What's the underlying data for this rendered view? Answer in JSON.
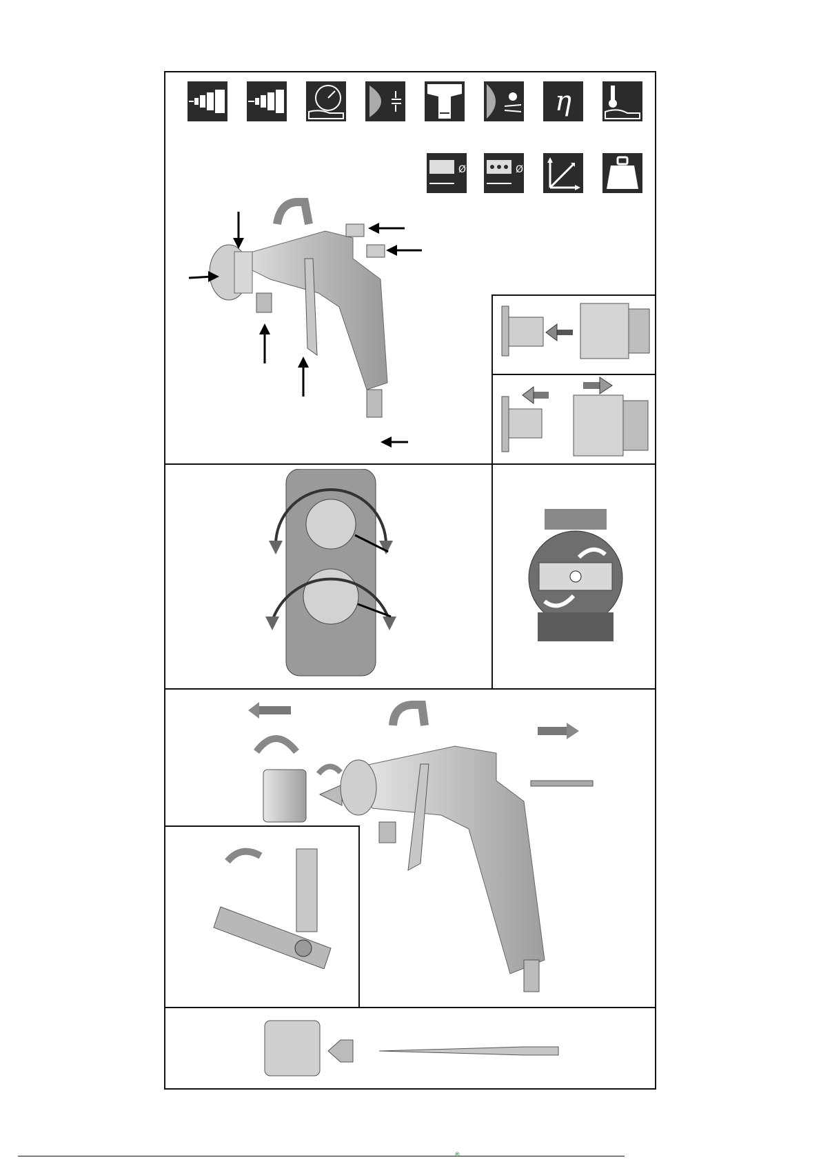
{
  "icons_top": [
    {
      "name": "air-inlet-icon"
    },
    {
      "name": "air-inlet-alt-icon"
    },
    {
      "name": "pressure-gauge-icon"
    },
    {
      "name": "nozzle-gap-icon"
    },
    {
      "name": "spray-width-icon"
    },
    {
      "name": "spray-pattern-icon"
    },
    {
      "name": "viscosity-icon",
      "glyph": "η"
    },
    {
      "name": "temperature-icon"
    }
  ],
  "icons_second": [
    {
      "name": "hose-length-icon",
      "glyph": "Ø"
    },
    {
      "name": "hose-diameter-icon",
      "glyph": "Ø"
    },
    {
      "name": "dimensions-icon"
    },
    {
      "name": "weight-icon"
    }
  ],
  "footer": {
    "mark": "®"
  },
  "colors": {
    "frame": "#111111",
    "icon_bg": "#2b2b2b",
    "metal_light": "#d9d9d9",
    "metal_mid": "#b5b5b5",
    "metal_dark": "#7a7a7a",
    "arrow_fill": "#8a8a8a"
  }
}
